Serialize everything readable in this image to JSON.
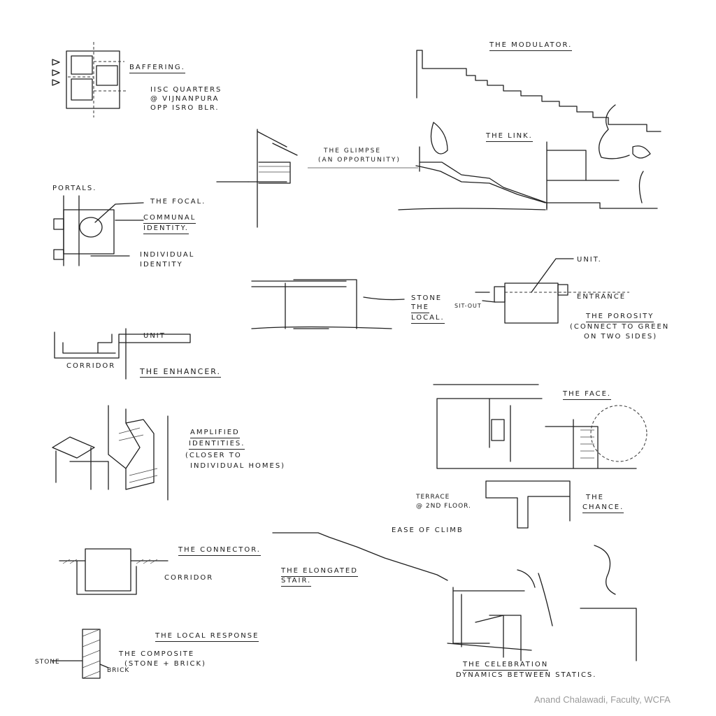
{
  "sheet": {
    "credit": "Anand Chalawadi, Faculty, WCFA",
    "sketches": {
      "buffering": {
        "title": "BAFFERING.",
        "note": [
          "IISC QUARTERS",
          "@ VIJNANPURA",
          "OPP ISRO BLR."
        ]
      },
      "portals": {
        "title": "PORTALS.",
        "focal": "THE FOCAL.",
        "communal": [
          "COMMUNAL",
          "IDENTITY."
        ],
        "individual": [
          "INDIVIDUAL",
          "IDENTITY"
        ]
      },
      "modulator": {
        "title": "THE MODULATOR."
      },
      "link": {
        "title": "THE LINK."
      },
      "glimpse": {
        "lines": [
          "THE GLIMPSE",
          "(AN OPPORTUNITY)"
        ]
      },
      "local": {
        "lines": [
          "STONE",
          "THE",
          "LOCAL."
        ]
      },
      "porosity": {
        "unit": "UNIT.",
        "sitout": "SIT-OUT",
        "entrance": "ENTRANCE",
        "title": "THE POROSITY",
        "note": [
          "(CONNECT TO GREEN",
          "ON TWO SIDES)"
        ]
      },
      "enhancer": {
        "unit": "UNIT",
        "corridor": "CORRIDOR",
        "title": "THE ENHANCER."
      },
      "amplified": {
        "title": [
          "AMPLIFIED",
          "IDENTITIES."
        ],
        "note": [
          "(CLOSER TO",
          "INDIVIDUAL HOMES)"
        ]
      },
      "face": {
        "title": "THE FACE."
      },
      "chance": {
        "terrace": [
          "TERRACE",
          "@ 2ND FLOOR."
        ],
        "title": [
          "THE",
          "CHANCE."
        ],
        "ease": "EASE OF CLIMB"
      },
      "connector": {
        "title": "THE CONNECTOR.",
        "corridor": "CORRIDOR"
      },
      "elongated": {
        "title": [
          "THE ELONGATED",
          "STAIR."
        ]
      },
      "local_response": {
        "title": "THE LOCAL RESPONSE",
        "note": [
          "THE COMPOSITE",
          "(STONE + BRICK)"
        ],
        "stone": "STONE",
        "brick": "BRICK"
      },
      "celebration": {
        "title": "THE CELEBRATION",
        "note": "DYNAMICS BETWEEN STATICS."
      }
    }
  }
}
